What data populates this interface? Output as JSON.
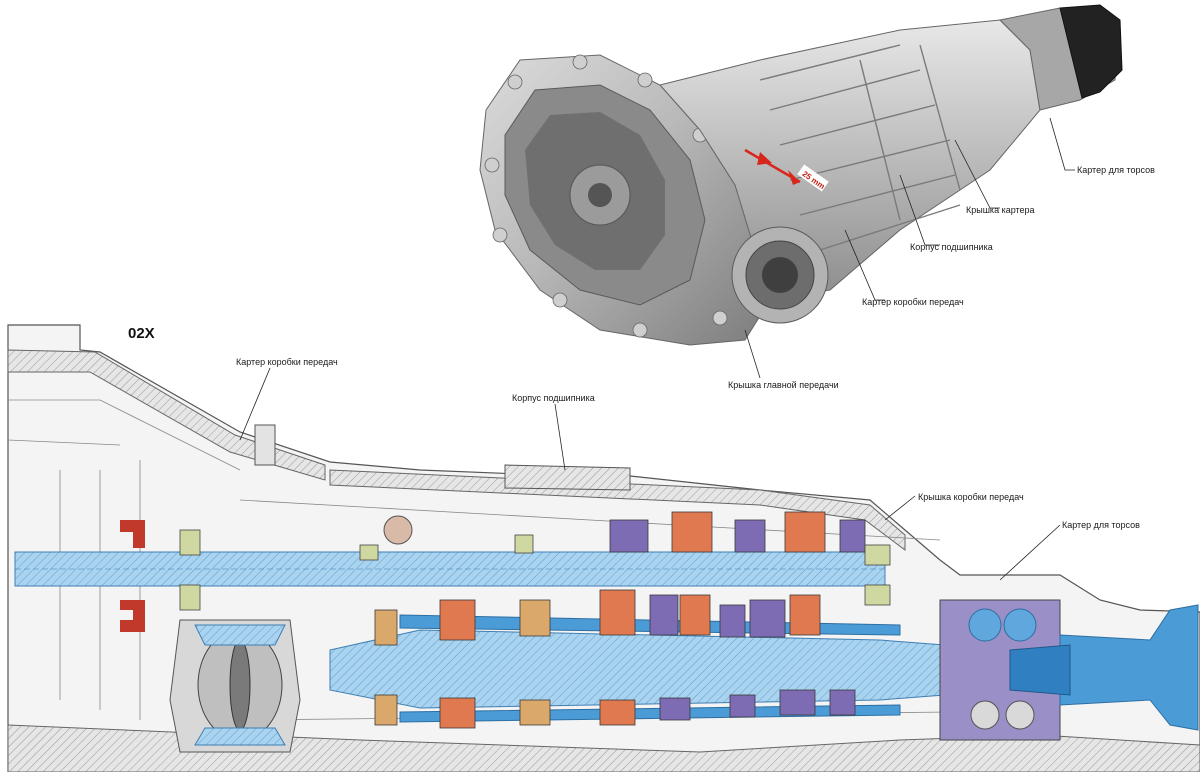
{
  "diagram": {
    "model_code": "02X",
    "measurement": "25 mm",
    "photo_labels": {
      "torsen_housing": "Картер для торсов",
      "case_cover": "Крышка картера",
      "bearing_housing": "Корпус подшипника",
      "gearbox_housing": "Картер коробки передач",
      "final_drive_cover": "Крышка главной передачи"
    },
    "section_labels": {
      "gearbox_housing": "Картер коробки передач",
      "bearing_housing": "Корпус подшипника",
      "gearbox_cover": "Крышка коробки передач",
      "torsen_housing": "Картер для торсов"
    }
  },
  "colors": {
    "shaft_blue": "#8fc3e6",
    "gear_orange": "#e07850",
    "synchro_purple": "#7d6bb3",
    "seal_red": "#c0392b",
    "case_grey": "#9a9a9a"
  }
}
